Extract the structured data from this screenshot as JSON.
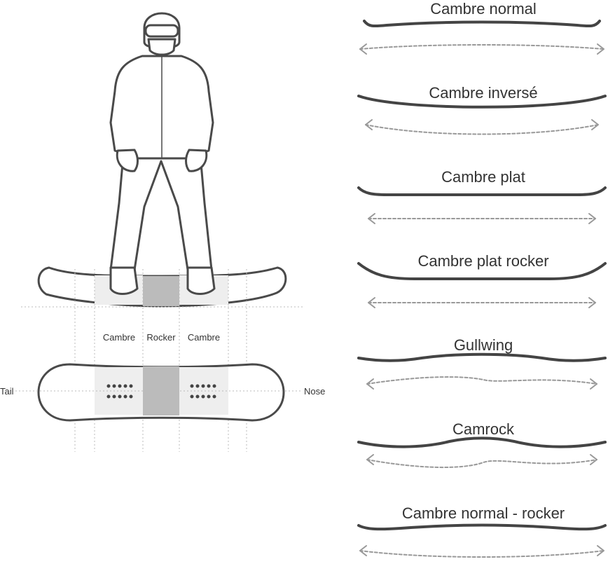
{
  "labels": {
    "left_zone": "Cambre",
    "center_zone": "Rocker",
    "right_zone": "Cambre",
    "tail": "Tail",
    "nose": "Nose"
  },
  "colors": {
    "board_outline": "#444444",
    "rocker_fill": "#bbbbbb",
    "arrow": "#999999",
    "text": "#333333"
  },
  "profiles": [
    {
      "name": "Cambre normal",
      "shape": "camber"
    },
    {
      "name": "Cambre inversé",
      "shape": "reverse-camber"
    },
    {
      "name": "Cambre plat",
      "shape": "flat"
    },
    {
      "name": "Cambre plat rocker",
      "shape": "flat-rocker"
    },
    {
      "name": "Gullwing",
      "shape": "gullwing"
    },
    {
      "name": "Camrock",
      "shape": "camrock"
    },
    {
      "name": "Cambre normal - rocker",
      "shape": "camber-rocker"
    }
  ]
}
